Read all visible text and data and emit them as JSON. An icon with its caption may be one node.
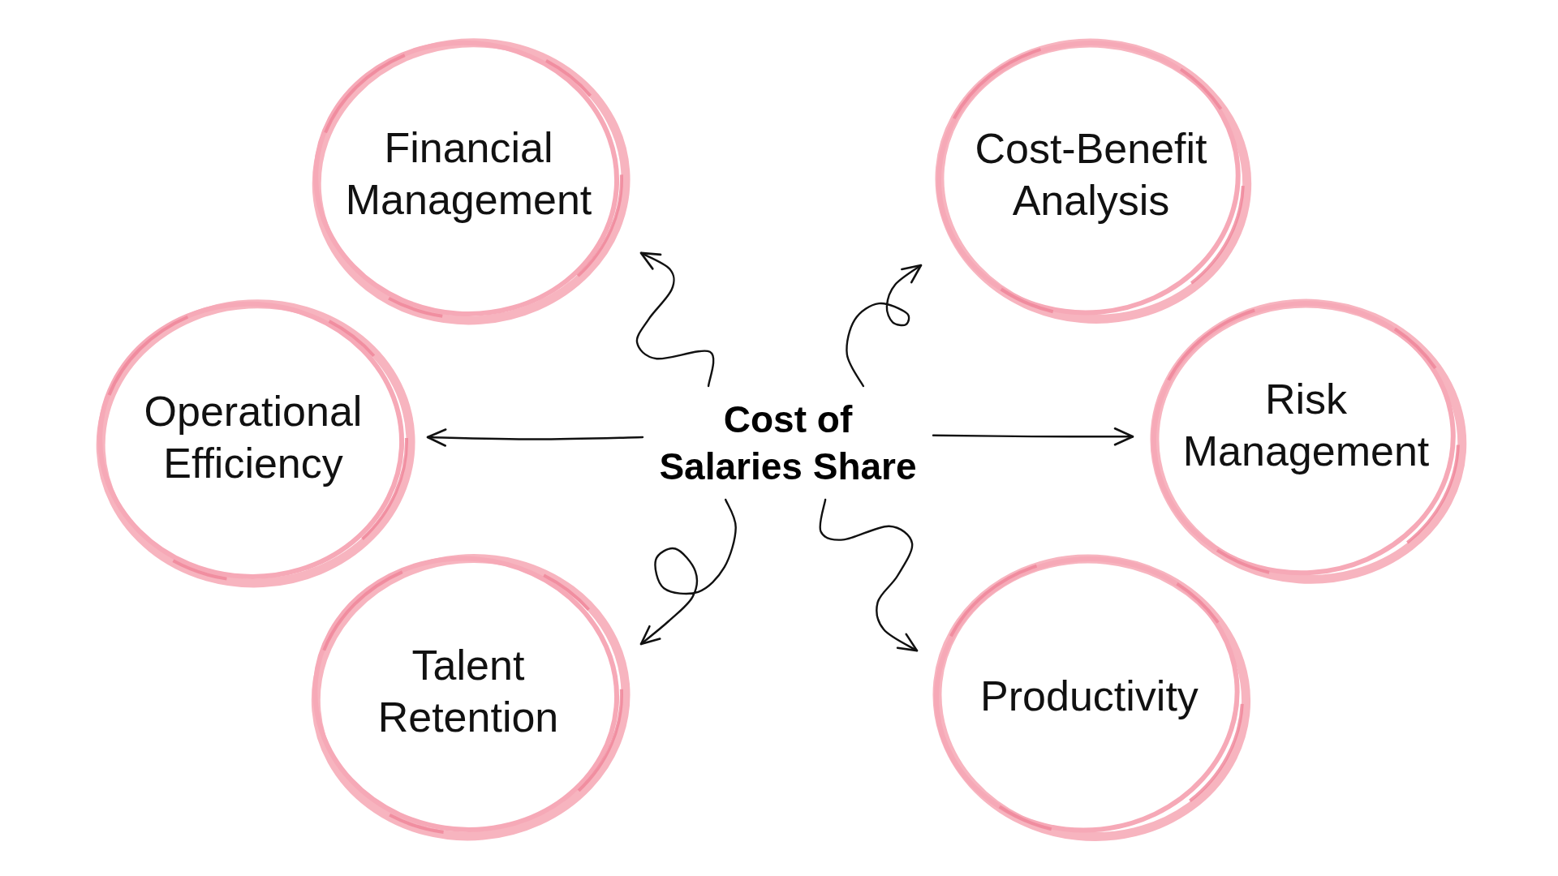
{
  "diagram": {
    "nodes": [
      {
        "text": [
          "Financial Management"
        ]
      },
      {
        "text": [
          "Cost-Benefit Analysis"
        ]
      },
      {
        "text": [
          "Operational Efficiency"
        ]
      },
      {
        "text": [
          "Cost of Salaries Share"
        ]
      },
      {
        "text": [
          "Risk Management"
        ]
      },
      {
        "text": [
          "Talent Retention"
        ]
      },
      {
        "text": [
          "Productivity"
        ]
      }
    ],
    "edges": [
      {
        "from": 3,
        "to": 0,
        "arrow": "to"
      },
      {
        "from": 3,
        "to": 1,
        "arrow": "to"
      },
      {
        "from": 3,
        "to": 2,
        "arrow": "to"
      },
      {
        "from": 3,
        "to": 4,
        "arrow": "to"
      },
      {
        "from": 3,
        "to": 5,
        "arrow": "to"
      },
      {
        "from": 3,
        "to": 6,
        "arrow": "to"
      }
    ]
  }
}
